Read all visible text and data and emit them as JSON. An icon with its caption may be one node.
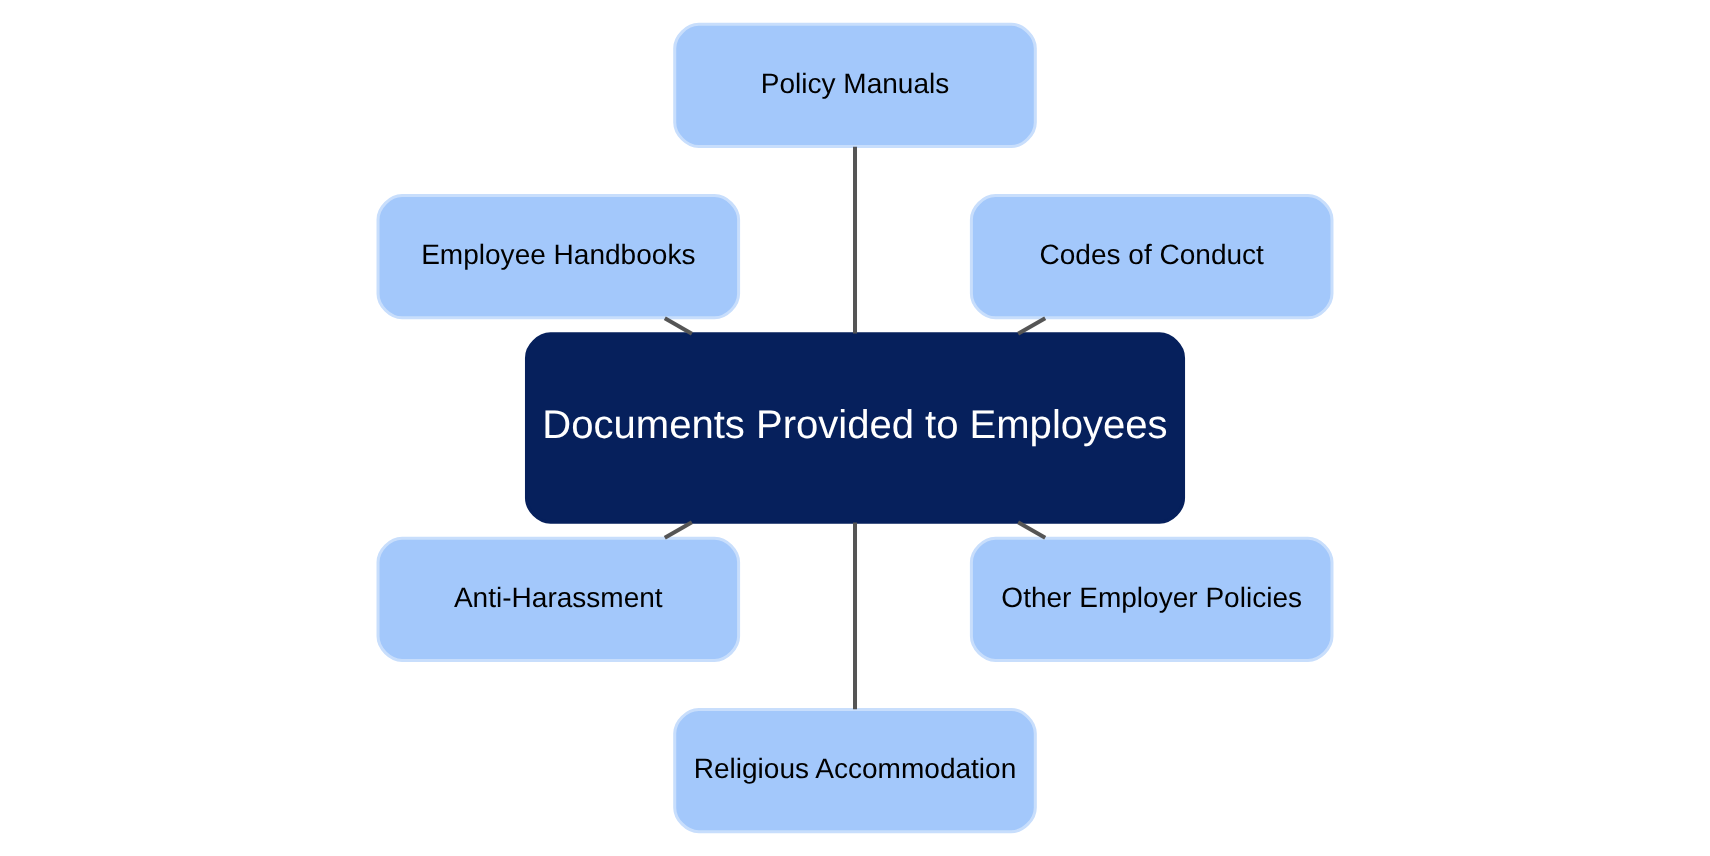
{
  "diagram": {
    "nodes": [
      {
        "text": [
          "Documents Provided to Employees"
        ]
      },
      {
        "text": [
          "Codes of Conduct"
        ]
      },
      {
        "text": [
          "Policy Manuals"
        ]
      },
      {
        "text": [
          "Employee Handbooks"
        ]
      },
      {
        "text": [
          "Anti-Harassment"
        ]
      },
      {
        "text": [
          "Religious Accommodation"
        ]
      },
      {
        "text": [
          "Other Employer Policies"
        ]
      }
    ],
    "edges": [
      {
        "from": 0,
        "to": 1,
        "arrow": "none"
      },
      {
        "from": 0,
        "to": 2,
        "arrow": "none"
      },
      {
        "from": 0,
        "to": 3,
        "arrow": "none"
      },
      {
        "from": 0,
        "to": 4,
        "arrow": "none"
      },
      {
        "from": 0,
        "to": 5,
        "arrow": "none"
      },
      {
        "from": 0,
        "to": 6,
        "arrow": "none"
      }
    ]
  }
}
